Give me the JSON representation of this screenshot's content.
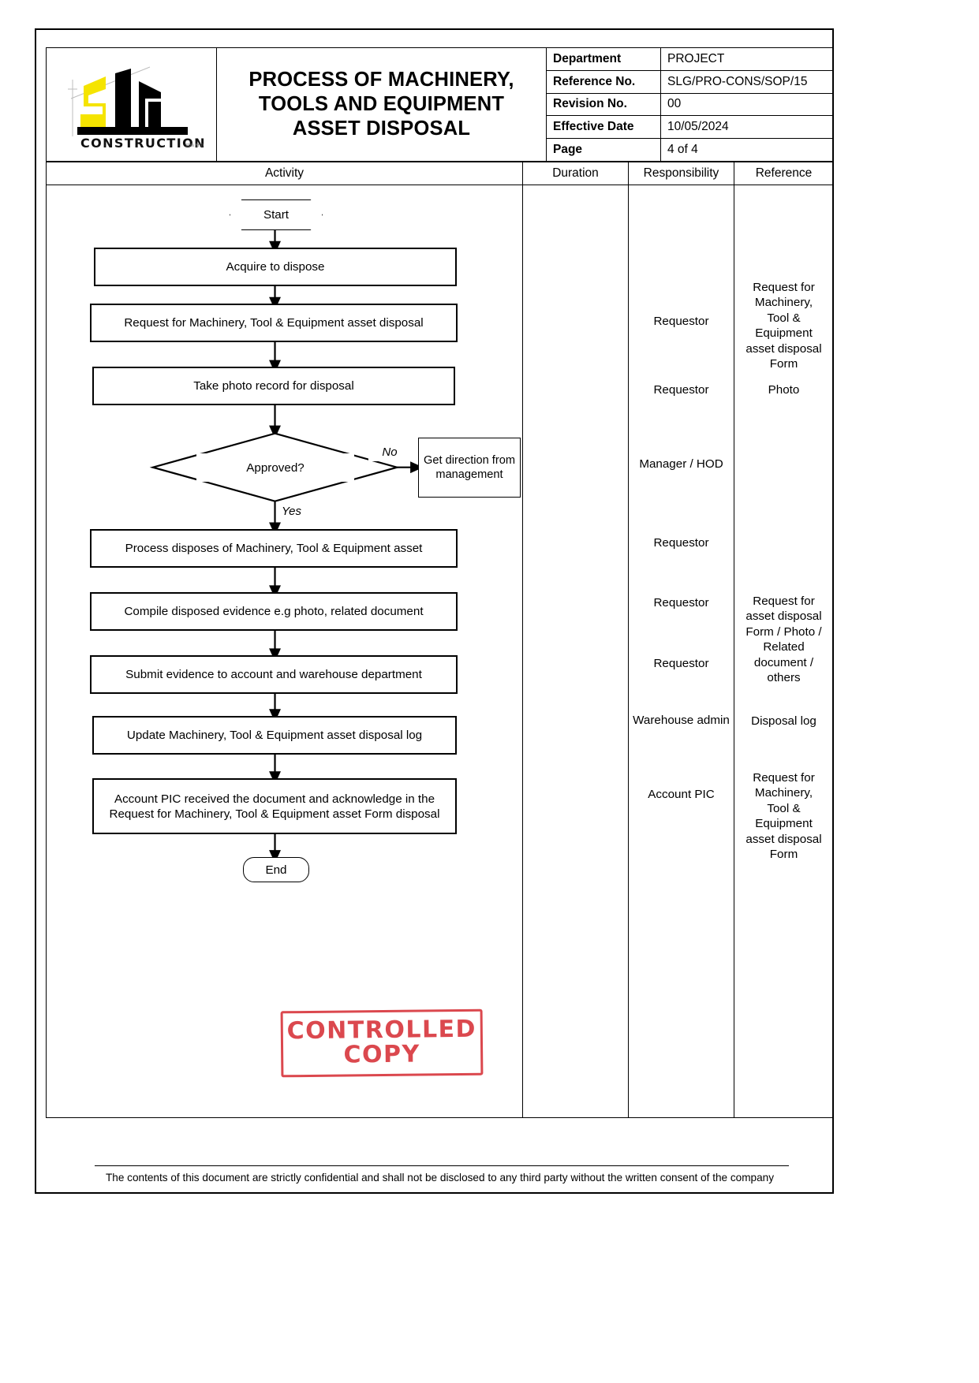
{
  "document": {
    "title": "PROCESS OF MACHINERY, TOOLS AND EQUIPMENT ASSET DISPOSAL",
    "title_lines": [
      "PROCESS OF MACHINERY,",
      "TOOLS AND EQUIPMENT",
      "ASSET DISPOSAL"
    ],
    "logo": {
      "brand": "SLG",
      "subtext": "CONSTRUCTION",
      "colors": {
        "yellow": "#F5E400",
        "black": "#000000"
      }
    }
  },
  "meta": {
    "rows": [
      {
        "key": "Department",
        "value": "PROJECT"
      },
      {
        "key": "Reference No.",
        "value": "SLG/PRO-CONS/SOP/15"
      },
      {
        "key": "Revision No.",
        "value": "00"
      },
      {
        "key": "Effective Date",
        "value": "10/05/2024"
      },
      {
        "key": "Page",
        "value": "4 of 4"
      }
    ]
  },
  "table": {
    "headers": [
      "Activity",
      "Duration",
      "Responsibility",
      "Reference"
    ]
  },
  "flow": {
    "start": "Start",
    "end": "End",
    "decision": "Approved?",
    "branch_yes": "Yes",
    "branch_no": "No",
    "off_page": "Get direction from management",
    "steps": [
      "Acquire to dispose",
      "Request for Machinery, Tool & Equipment asset disposal",
      "Take photo record for disposal",
      "Process disposes of Machinery, Tool & Equipment asset",
      "Compile disposed evidence e.g photo, related document",
      "Submit evidence to account and warehouse department",
      "Update Machinery, Tool & Equipment asset disposal log",
      "Account PIC received the document and acknowledge in the Request for Machinery, Tool & Equipment asset Form disposal"
    ]
  },
  "responsibility": [
    "Requestor",
    "Requestor",
    "Manager / HOD",
    "Requestor",
    "Requestor",
    "Requestor",
    "Warehouse admin",
    "Account PIC"
  ],
  "reference": [
    "Request for Machinery, Tool & Equipment asset disposal Form",
    "Photo",
    "Request for asset disposal Form / Photo / Related document / others",
    "Disposal log",
    "Request for Machinery, Tool & Equipment asset disposal Form"
  ],
  "stamp": {
    "line1": "CONTROLLED",
    "line2": "COPY",
    "color": "#D8393F"
  },
  "footer": {
    "text": "The contents of this document are strictly confidential and shall not be disclosed to any third party without the written consent of the company"
  }
}
